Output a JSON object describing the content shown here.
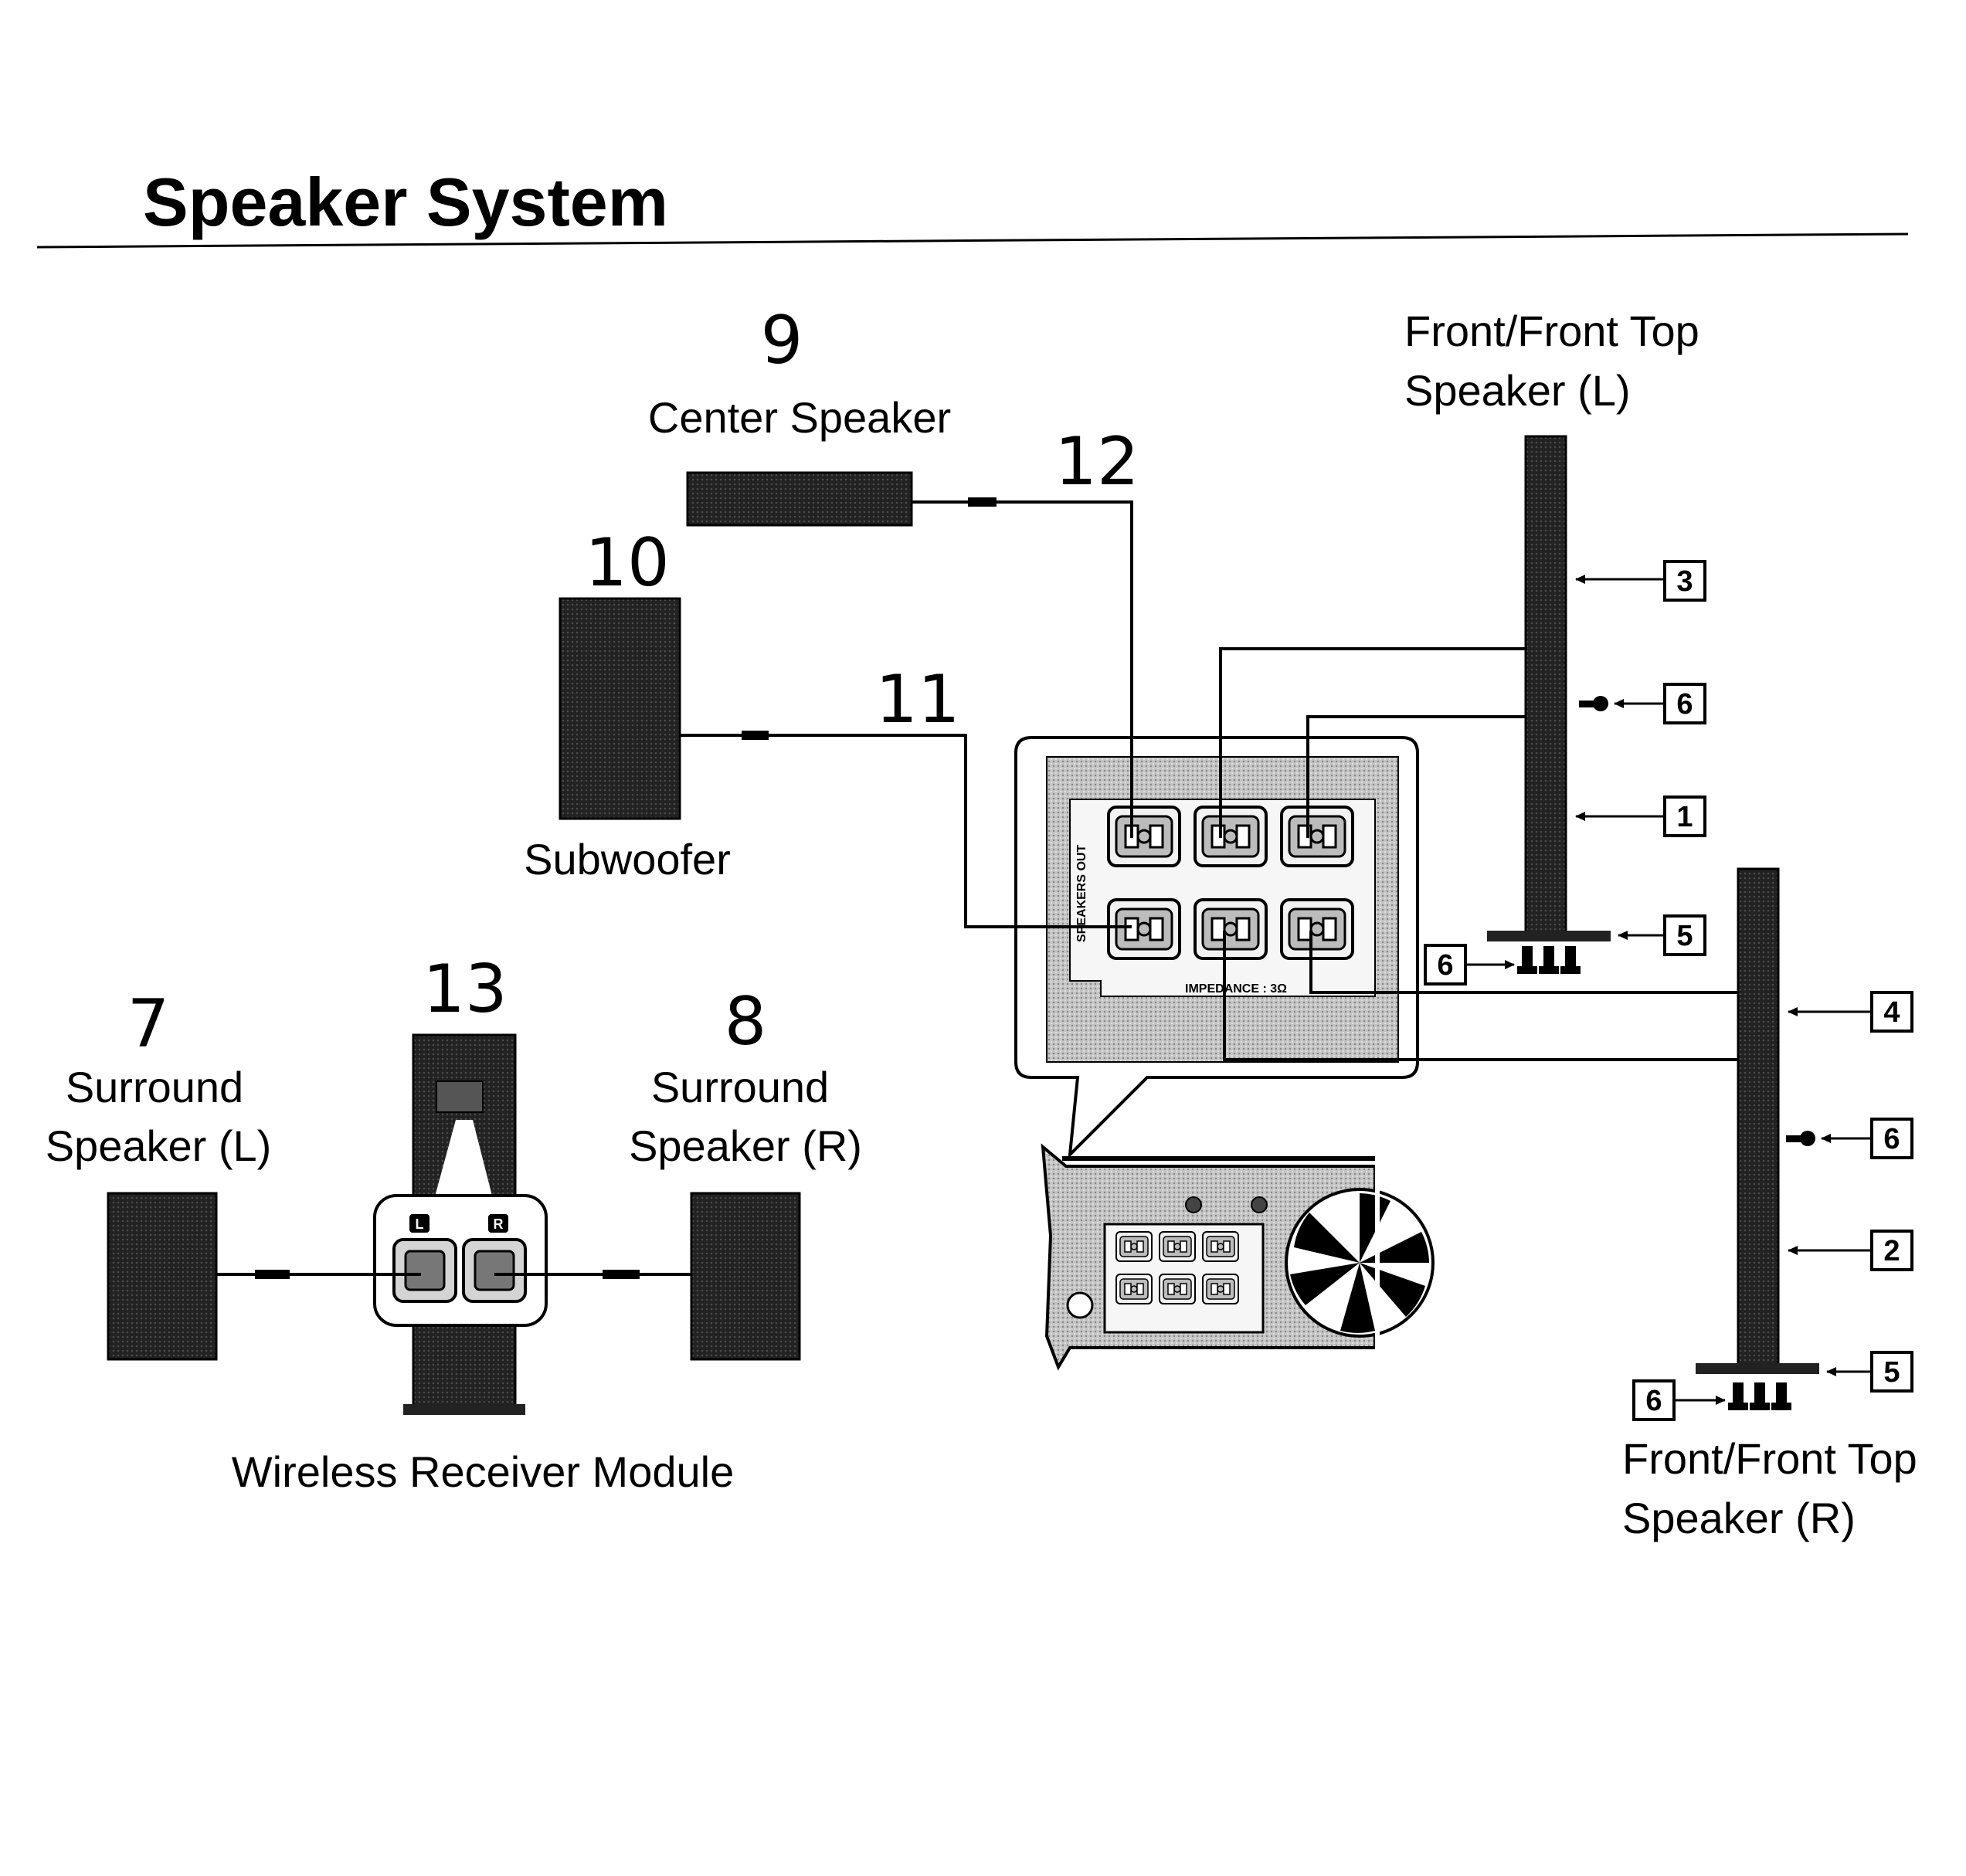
{
  "title": "Speaker System",
  "callouts": {
    "n1": "1",
    "n2": "2",
    "n3": "3",
    "n4": "4",
    "n5": "5",
    "n6": "6",
    "n7": "7",
    "n8": "8",
    "n9": "9",
    "n10": "10",
    "n11": "11",
    "n12": "12",
    "n13": "13"
  },
  "labels": {
    "center_speaker": "Center Speaker",
    "subwoofer": "Subwoofer",
    "front_left_line1": "Front/Front Top",
    "front_left_line2": "Speaker (L)",
    "front_right_line1": "Front/Front Top",
    "front_right_line2": "Speaker (R)",
    "surround_left_line1": "Surround",
    "surround_left_line2": "Speaker (L)",
    "surround_right_line1": "Surround",
    "surround_right_line2": "Speaker (R)",
    "wireless_module": "Wireless Receiver Module",
    "module_l": "L",
    "module_r": "R"
  },
  "panel": {
    "heading": "SPEAKERS OUT",
    "impedance": "IMPEDANCE : 3Ω"
  },
  "colors": {
    "ink": "#000000",
    "paper": "#ffffff",
    "panel": "#c8c8c8",
    "speaker": "#1a1a1a"
  }
}
